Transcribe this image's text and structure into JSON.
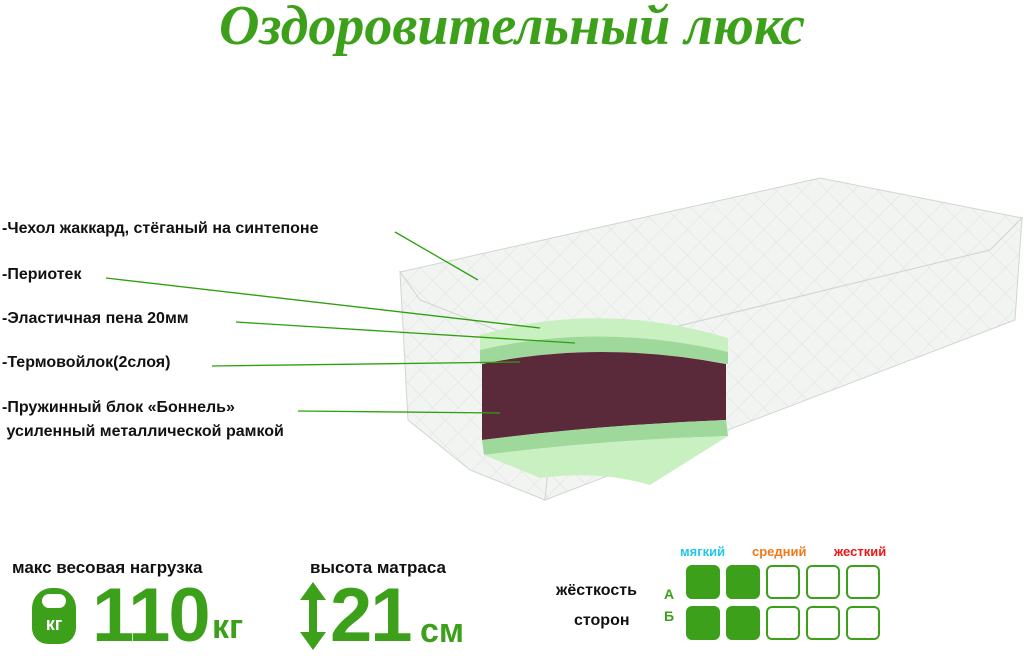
{
  "title": "Оздоровительный люкс",
  "layers": [
    "-Чехол жаккард, стёганый на синтепоне",
    "-Периотек",
    "-Эластичная пена 20мм",
    "-Термовойлок(2слоя)",
    "-Пружинный блок «Боннель»",
    " усиленный металлической рамкой"
  ],
  "load": {
    "label": "макс весовая нагрузка",
    "value": "110",
    "unit": "кг",
    "icon_text": "кг"
  },
  "height": {
    "label": "высота матраса",
    "value": "21",
    "unit": "см"
  },
  "firmness": {
    "label1": "жёсткость",
    "label2": "сторон",
    "levels": [
      {
        "label": "мягкий",
        "color": "#22c8e8"
      },
      {
        "label": "средний",
        "color": "#f07818"
      },
      {
        "label": "жесткий",
        "color": "#e81818"
      }
    ],
    "sides": [
      {
        "name": "А",
        "filled": 2,
        "total": 5
      },
      {
        "name": "Б",
        "filled": 2,
        "total": 5
      }
    ]
  },
  "colors": {
    "accent": "#3da01a"
  }
}
